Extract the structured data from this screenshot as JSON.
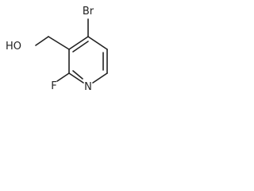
{
  "molecule": {
    "atoms": {
      "bromine": "Br",
      "hydroxyl": "HO",
      "fluorine": "F",
      "nitrogen": "N"
    },
    "colors": {
      "ink": "#222222",
      "background": "#ffffff"
    }
  }
}
